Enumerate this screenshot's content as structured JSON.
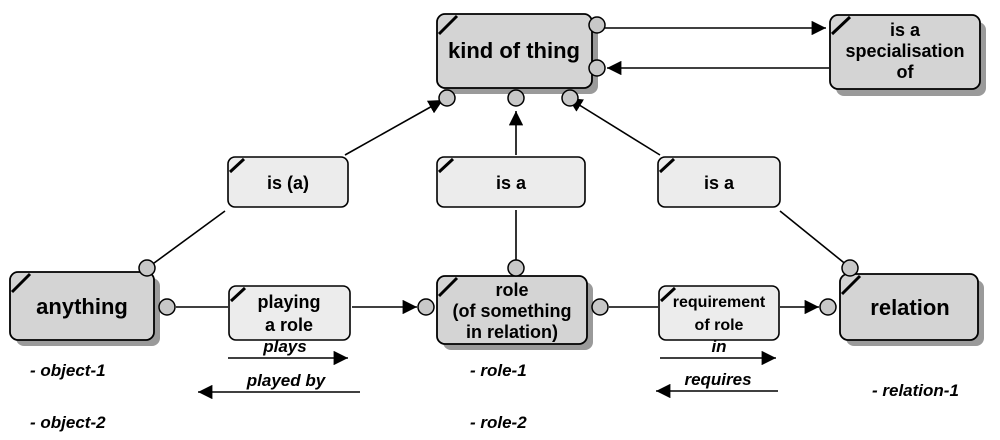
{
  "nodes": {
    "kind_of_thing": {
      "label": "kind of thing"
    },
    "specialisation": {
      "lines": [
        "is a",
        "specialisation",
        "of"
      ]
    },
    "anything": {
      "label": "anything"
    },
    "role": {
      "lines": [
        "role",
        "(of something",
        "in relation)"
      ]
    },
    "relation": {
      "label": "relation"
    }
  },
  "relations": {
    "is_a_left": {
      "label": "is (a)"
    },
    "is_a_mid": {
      "label": "is a"
    },
    "is_a_right": {
      "label": "is a"
    },
    "playing_role": {
      "lines": [
        "playing",
        "a role"
      ]
    },
    "requirement": {
      "lines": [
        "requirement",
        "of role"
      ]
    }
  },
  "arrow_labels": {
    "plays": "plays",
    "played_by": "played by",
    "in": "in",
    "requires": "requires"
  },
  "instances": {
    "object_1": "- object-1",
    "object_2": "- object-2",
    "role_1": "- role-1",
    "role_2": "- role-2",
    "relation_1": "- relation-1"
  },
  "colors": {
    "entity_fill": "#d4d4d4",
    "relation_fill": "#ececec",
    "stroke": "#000000",
    "shadow": "#9a9a9a",
    "connector_fill": "#c8c8c8"
  }
}
